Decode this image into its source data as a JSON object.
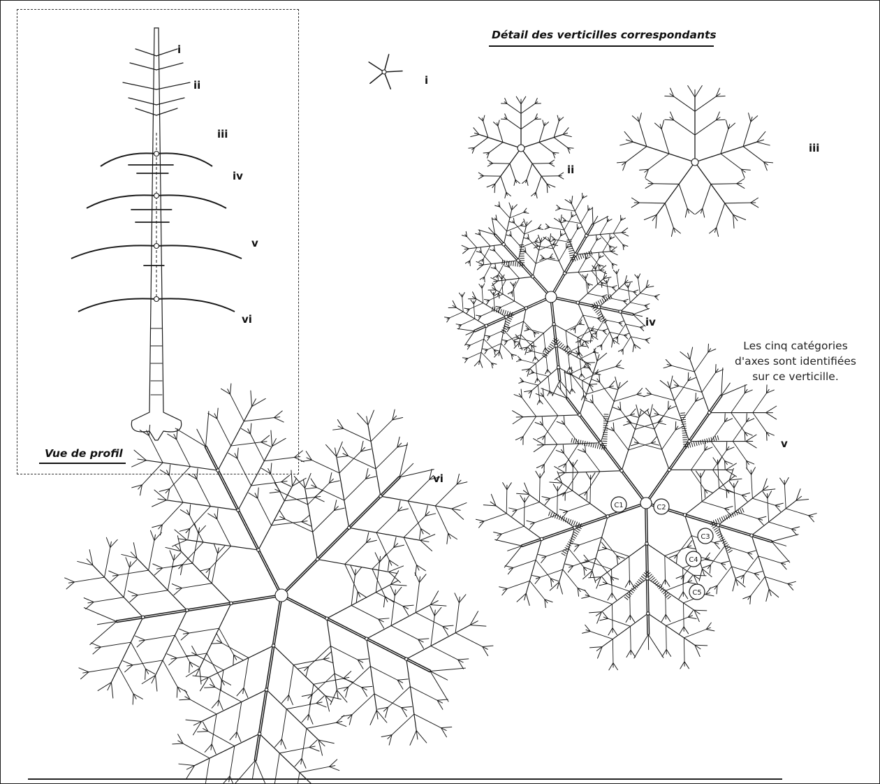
{
  "header": {
    "title": "Détail des verticilles correspondants"
  },
  "profile": {
    "caption": "Vue de profil"
  },
  "whorl_labels": {
    "i": "i",
    "ii": "ii",
    "iii": "iii",
    "iv": "iv",
    "v": "v",
    "vi": "vi"
  },
  "annotation": {
    "line1": "Les cinq catégories",
    "line2": "d'axes sont identifiées",
    "line3": "sur ce verticille."
  },
  "axis_categories": [
    "C1",
    "C2",
    "C3",
    "C4",
    "C5"
  ],
  "colors": {
    "ink": "#1a1a1a",
    "paper": "#ffffff"
  }
}
